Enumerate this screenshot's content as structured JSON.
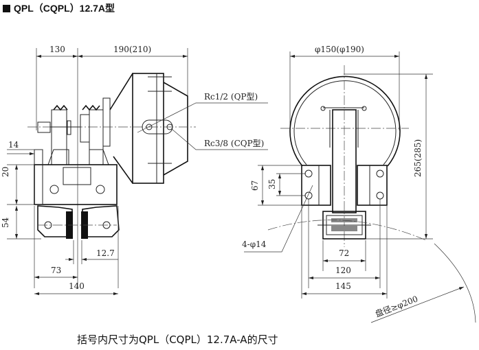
{
  "title": "QPL（CQPL）12.7A型",
  "caption": "括号内尺寸为QPL（CQPL）12.7A-A的尺寸",
  "side_view": {
    "dim_130": "130",
    "dim_190": "190(210)",
    "dim_14": "14",
    "dim_20": "20",
    "dim_54": "54",
    "dim_12_7": "12.7",
    "dim_73": "73",
    "dim_140": "140",
    "port_rc12": "Rc1/2 (QP型)",
    "port_rc38": "Rc3/8 (CQP型)"
  },
  "front_view": {
    "dim_dia": "φ150(φ190)",
    "dim_height": "265(285)",
    "dim_67": "67",
    "dim_35": "35",
    "dim_holes": "4-φ14",
    "dim_72": "72",
    "dim_120": "120",
    "dim_145": "145",
    "disc_dia": "盘径≥φ200"
  }
}
